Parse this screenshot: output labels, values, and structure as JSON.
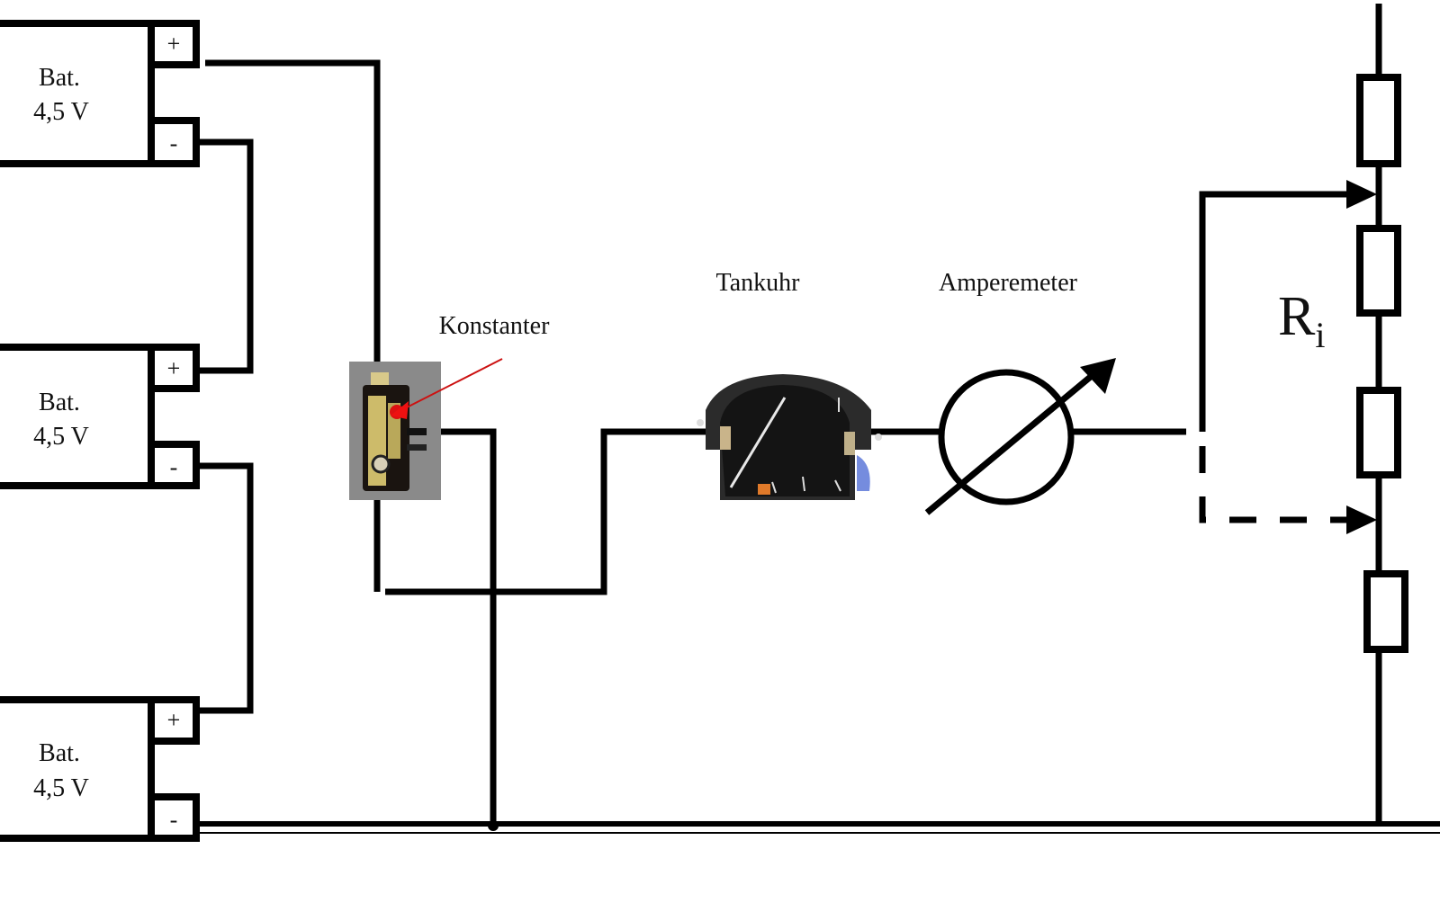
{
  "diagram": {
    "batteries": [
      {
        "name_line": "Bat.",
        "voltage_line": "4,5 V",
        "plus": "+",
        "minus": "-"
      },
      {
        "name_line": "Bat.",
        "voltage_line": "4,5 V",
        "plus": "+",
        "minus": "-"
      },
      {
        "name_line": "Bat.",
        "voltage_line": "4,5 V",
        "plus": "+",
        "minus": "-"
      }
    ],
    "components": {
      "regulator": "Konstanter",
      "fuel_gauge": "Tankuhr",
      "ammeter": "Amperemeter",
      "internal_resistance": "R",
      "internal_resistance_sub": "i"
    },
    "colors": {
      "wire": "#000000",
      "pointer": "#cc1111",
      "regulator_bg": "#8a8a8a",
      "gauge_face": "#141414",
      "gauge_bezel": "#2b2b2b",
      "gauge_warning": "#e07a2a"
    }
  }
}
